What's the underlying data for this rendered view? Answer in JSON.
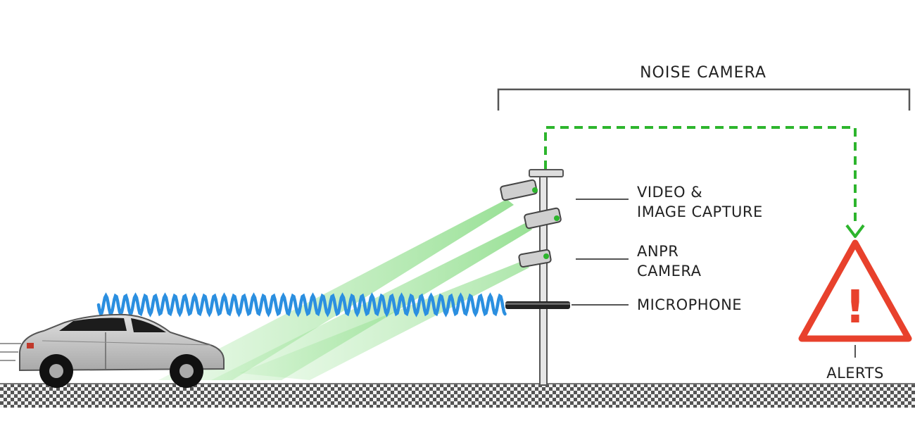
{
  "diagram": {
    "group_title": "NOISE CAMERA",
    "components": {
      "video": {
        "line1": "VIDEO &",
        "line2": "IMAGE CAPTURE"
      },
      "anpr": {
        "line1": "ANPR",
        "line2": "CAMERA"
      },
      "microphone": {
        "label": "MICROPHONE"
      }
    },
    "alerts_label": "ALERTS",
    "alert_symbol": "!",
    "colors": {
      "sound_wave": "#2b8fe0",
      "camera_beam": "#6fd46a",
      "dashed_link": "#2db52d",
      "alert_red": "#e8412c",
      "road_dark": "#444444"
    },
    "icons": [
      "car-icon",
      "camera-icon",
      "microphone-icon",
      "warning-triangle-icon"
    ]
  }
}
